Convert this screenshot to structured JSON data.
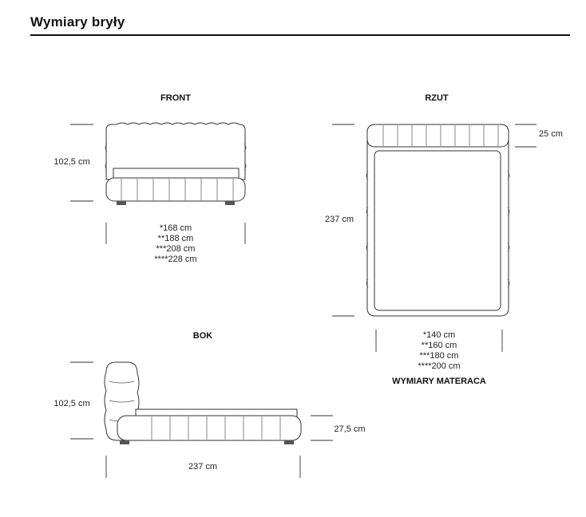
{
  "header": {
    "title": "Wymiary bryły"
  },
  "front": {
    "title": "FRONT",
    "height": "102,5 cm",
    "widths": [
      "*168 cm",
      "**188 cm",
      "***208 cm",
      "****228 cm"
    ]
  },
  "rzut": {
    "title": "RZUT",
    "headboard_depth": "25 cm",
    "length": "237 cm",
    "mattress_widths": [
      "*140 cm",
      "**160 cm",
      "***180 cm",
      "****200 cm"
    ],
    "mattress_caption": "WYMIARY MATERACA"
  },
  "bok": {
    "title": "BOK",
    "height": "102,5 cm",
    "base_height": "27,5 cm",
    "length": "237 cm"
  }
}
